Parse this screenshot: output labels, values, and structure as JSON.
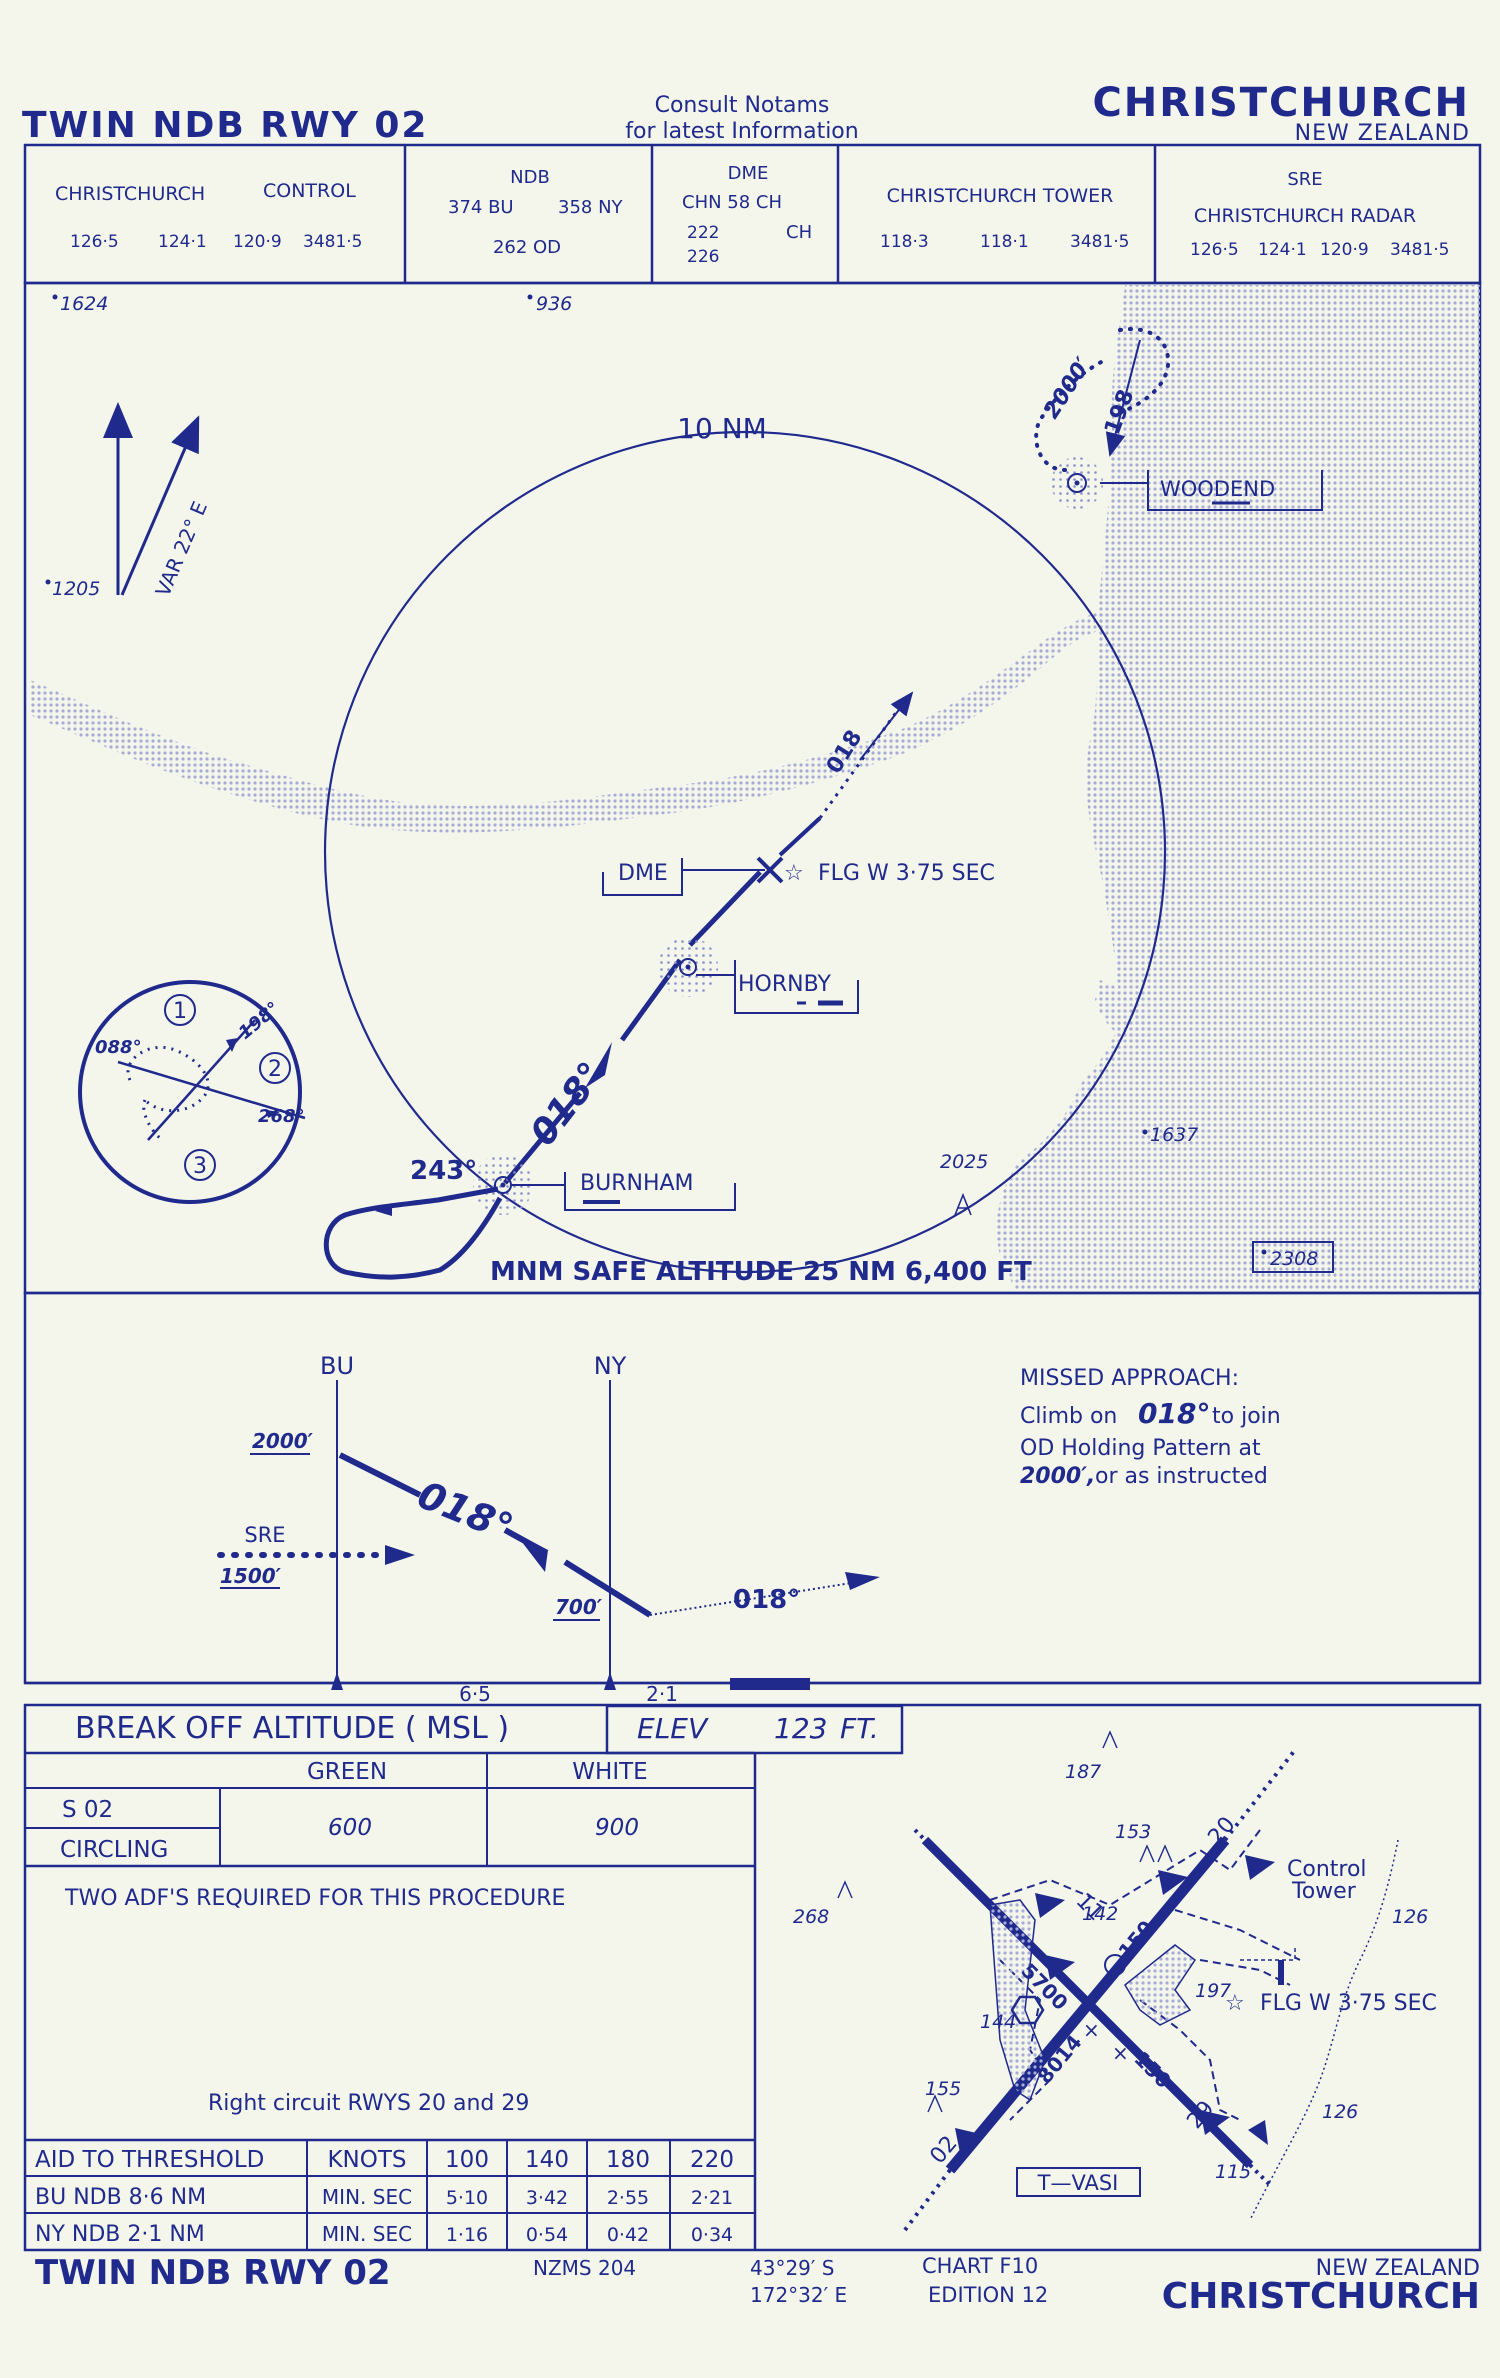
{
  "header": {
    "title_left": "TWIN NDB RWY 02",
    "notams_line1": "Consult  Notams",
    "notams_line2": "for  latest  Information",
    "city": "CHRISTCHURCH",
    "country": "NEW ZEALAND"
  },
  "comms": {
    "control": {
      "name_left": "CHRISTCHURCH",
      "name_right": "CONTROL",
      "freqs": [
        "126·5",
        "124·1",
        "120·9",
        "3481·5"
      ]
    },
    "ndb": {
      "title": "NDB",
      "line1a": "374  BU",
      "line1b": "358  NY",
      "line2": "262  OD"
    },
    "dme": {
      "title": "DME",
      "line1": "CHN   58   CH",
      "line2": "222",
      "line3": "226",
      "line_ch": "CH"
    },
    "tower": {
      "name": "CHRISTCHURCH TOWER",
      "freqs": [
        "118·3",
        "118·1",
        "3481·5"
      ]
    },
    "sre": {
      "title": "SRE",
      "name": "CHRISTCHURCH   RADAR",
      "freqs": [
        "126·5",
        "124·1",
        "120·9",
        "3481·5"
      ]
    }
  },
  "plan": {
    "spot_heights": [
      "1624",
      "936",
      "1205",
      "1637",
      "2025",
      "2308"
    ],
    "range_ring": "10 NM",
    "variation": "VAR 22° E",
    "woodend": {
      "label": "WOODEND",
      "alt": "2000′",
      "course": "198"
    },
    "dme_label": "DME",
    "flg": "FLG W 3·75 SEC",
    "hornby": "HORNBY",
    "burnham": "BURNHAM",
    "course_out": "018",
    "course_in": "018°",
    "turn_course": "243°",
    "msa": "MNM SAFE ALTITUDE 25 NM 6,400 FT",
    "sector": {
      "s1": "1",
      "s2": "2",
      "s3": "3",
      "c198": "198°",
      "c088": "088°",
      "c268": "268°"
    }
  },
  "profile": {
    "bu": "BU",
    "ny": "NY",
    "alt_2000": "2000′",
    "alt_1500": "1500′",
    "alt_700": "700′",
    "sre": "SRE",
    "course": "018°",
    "course_ma": "018°",
    "dist_bu_ny": "6·5",
    "dist_ny_thr": "2·1",
    "missed_title": "MISSED  APPROACH:",
    "missed_l1a": "Climb  on",
    "missed_l1b": "018°",
    "missed_l1c": "to  join",
    "missed_l2": "OD  Holding  Pattern  at",
    "missed_l3a": "2000′,",
    "missed_l3b": "or  as  instructed"
  },
  "minima": {
    "title": "BREAK  OFF  ALTITUDE ( MSL )",
    "elev_label": "ELEV",
    "elev_value": "123",
    "elev_unit": "FT.",
    "col_green": "GREEN",
    "col_white": "WHITE",
    "row_s02": "S    02",
    "row_circling": "CIRCLING",
    "green_value": "600",
    "white_value": "900",
    "note_adf": "TWO  ADF'S  REQUIRED  FOR  THIS  PROCEDURE",
    "note_circuit": "Right  circuit  RWYS  20  and  29"
  },
  "timing": {
    "headers": [
      "AID TO THRESHOLD",
      "KNOTS",
      "100",
      "140",
      "180",
      "220"
    ],
    "rows": [
      {
        "aid": "BU  NDB   8·6  NM",
        "unit": "MIN. SEC",
        "v": [
          "5·10",
          "3·42",
          "2·55",
          "2·21"
        ]
      },
      {
        "aid": "NY  NDB   2·1   NM",
        "unit": "MIN. SEC",
        "v": [
          "1·16",
          "0·54",
          "0·42",
          "0·34"
        ]
      }
    ]
  },
  "aerodrome": {
    "heights": [
      "187",
      "153",
      "142",
      "268",
      "144",
      "155",
      "197",
      "126",
      "126",
      "115"
    ],
    "rwy_02": "02",
    "rwy_20": "20",
    "rwy_11": "11",
    "rwy_29": "29",
    "len_5700": "5700",
    "len_8014": "8014",
    "w150a": "150",
    "w150b": "150",
    "control_tower_l1": "Control",
    "control_tower_l2": "Tower",
    "flg": "FLG  W  3·75  SEC",
    "tvasi": "T—VASI"
  },
  "footer": {
    "title": "TWIN  NDB  RWY  02",
    "nzms": "NZMS  204",
    "lat": "43°29′ S",
    "lon": "172°32′ E",
    "chart_no": "CHART  F10",
    "edition": "EDITION 12",
    "country": "NEW  ZEALAND",
    "city": "CHRISTCHURCH"
  }
}
